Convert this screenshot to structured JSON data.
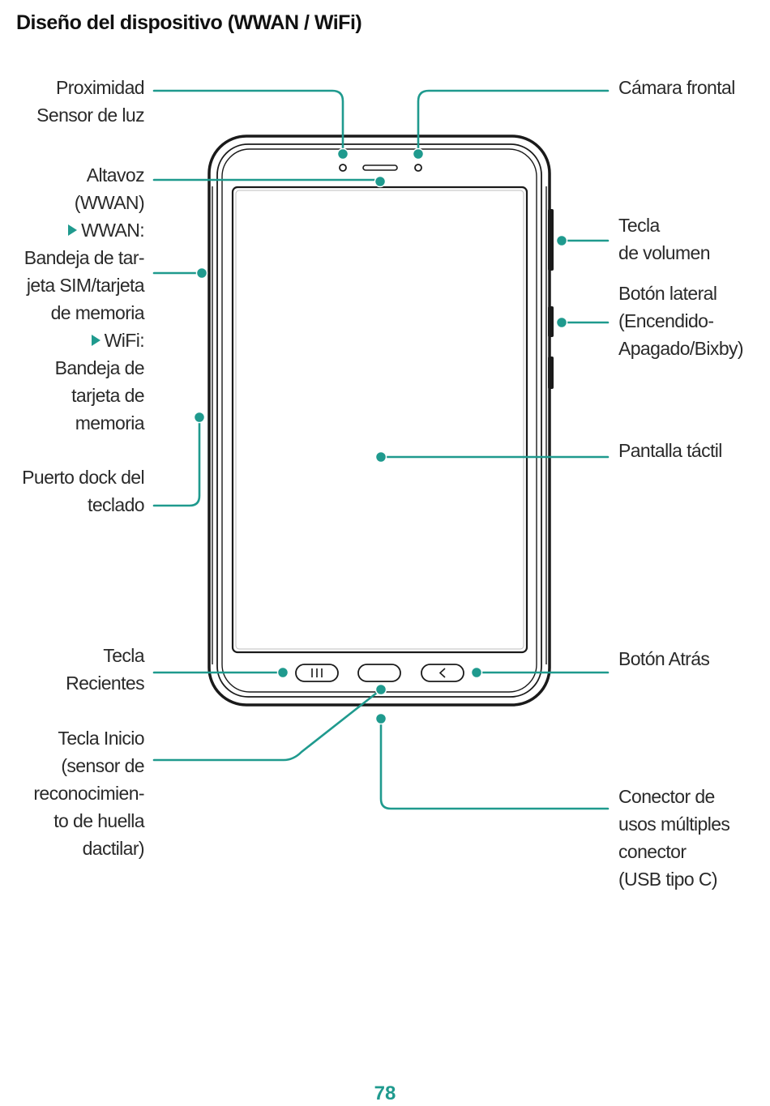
{
  "title": "Diseño del dispositivo (WWAN / WiFi)",
  "page_number": "78",
  "colors": {
    "accent": "#1f9a8e",
    "outline": "#1a1a1a"
  },
  "labels": {
    "proximity": {
      "line1": "Proximidad",
      "line2": "Sensor de luz"
    },
    "front_camera": "Cámara frontal",
    "speaker": {
      "line1": "Altavoz",
      "line2": "(WWAN)"
    },
    "sim_tray": {
      "wwan_heading": "WWAN:",
      "wwan_line1": "Bandeja de tar-",
      "wwan_line2": "jeta SIM/tarjeta",
      "wwan_line3": "de memoria",
      "wifi_heading": "WiFi:",
      "wifi_line1": "Bandeja de",
      "wifi_line2": "tarjeta de",
      "wifi_line3": "memoria"
    },
    "volume_key": {
      "line1": "Tecla",
      "line2": "de volumen"
    },
    "side_button": {
      "line1": "Botón lateral",
      "line2": "(Encendido-",
      "line3": "Apagado/Bixby)"
    },
    "touchscreen": "Pantalla táctil",
    "keyboard_dock": {
      "line1": "Puerto dock del",
      "line2": "teclado"
    },
    "recents_key": {
      "line1": "Tecla",
      "line2": "Recientes"
    },
    "back_button": "Botón Atrás",
    "home_key": {
      "line1": "Tecla Inicio",
      "line2": "(sensor de",
      "line3": "reconocimien-",
      "line4": "to de huella",
      "line5": "dactilar)"
    },
    "multipurpose_connector": {
      "line1": "Conector de",
      "line2": "usos múltiples",
      "line3": "conector",
      "line4": "(USB tipo C)"
    }
  }
}
